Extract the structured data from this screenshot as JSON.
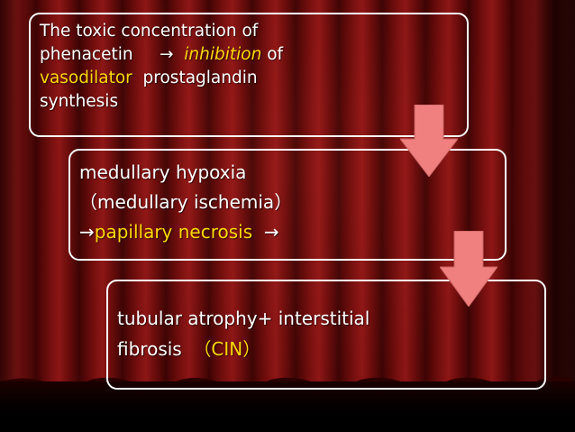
{
  "colors": {
    "background": "#5a0808",
    "box_border": "#ffffff",
    "text": "#ffffff",
    "highlight": "#ffd700",
    "flow_arrow": "#f08080"
  },
  "box1": {
    "line1": "The  toxic  concentration     of",
    "line2_a": "phenacetin",
    "line2_arrow": "→",
    "line2_b": "inhibition",
    "line2_c": "of",
    "line3_a": "vasodilator",
    "line3_b": "prostaglandin",
    "line4": "synthesis"
  },
  "box2": {
    "line1": "medullary  hypoxia",
    "line2": "（medullary  ischemia）",
    "line3_arrow": "→",
    "line3_a": "papillary  necrosis",
    "line3_arrow2": "→"
  },
  "box3": {
    "line1": "tubular  atrophy+  interstitial",
    "line2_a": "fibrosis",
    "line2_b": "（CIN）"
  },
  "icons": [
    "flow-arrow-down-icon",
    "flow-arrow-down-icon"
  ]
}
